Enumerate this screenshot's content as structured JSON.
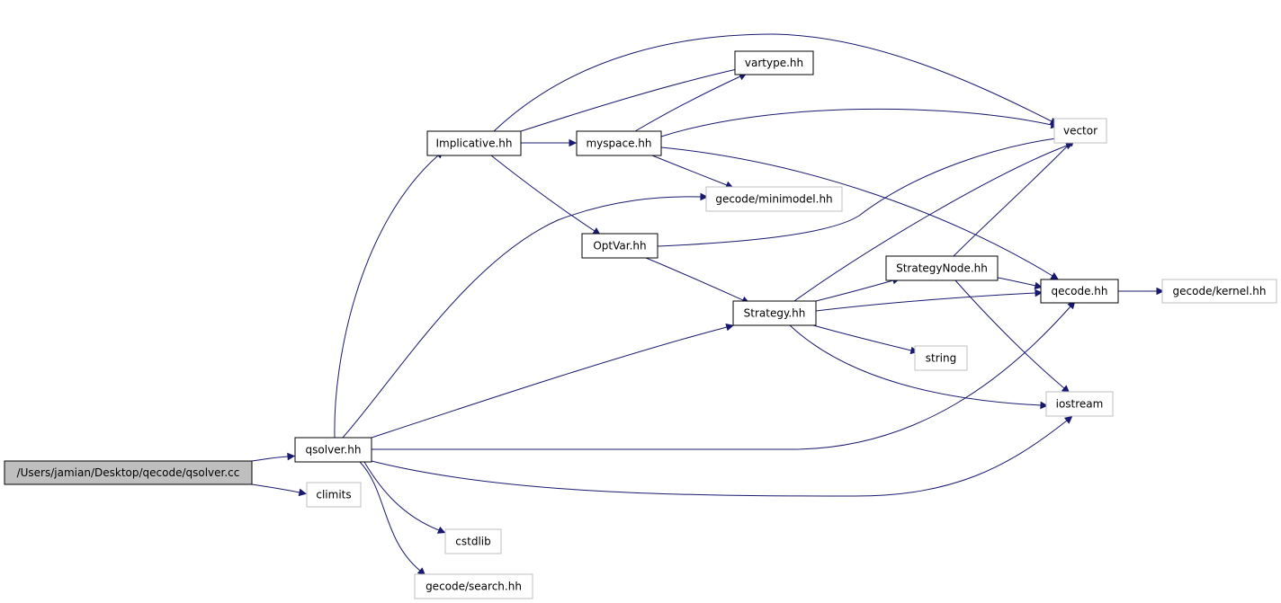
{
  "diagram": {
    "title": "",
    "colors": {
      "edge": "#191970",
      "root_fill": "#bfbfbf",
      "documented_border": "#000000",
      "external_border": "#bfbfbf"
    },
    "nodes": {
      "root": {
        "label": "/Users/jamian/Desktop/qecode/qsolver.cc",
        "kind": "root"
      },
      "qsolver": {
        "label": "qsolver.hh",
        "kind": "documented"
      },
      "climits": {
        "label": "climits",
        "kind": "external"
      },
      "cstdlib": {
        "label": "cstdlib",
        "kind": "external"
      },
      "search": {
        "label": "gecode/search.hh",
        "kind": "external"
      },
      "implicative": {
        "label": "Implicative.hh",
        "kind": "documented"
      },
      "vartype": {
        "label": "vartype.hh",
        "kind": "documented"
      },
      "myspace": {
        "label": "myspace.hh",
        "kind": "documented"
      },
      "vector": {
        "label": "vector",
        "kind": "external"
      },
      "minimodel": {
        "label": "gecode/minimodel.hh",
        "kind": "external"
      },
      "optvar": {
        "label": "OptVar.hh",
        "kind": "documented"
      },
      "strategynode": {
        "label": "StrategyNode.hh",
        "kind": "documented"
      },
      "qecode": {
        "label": "qecode.hh",
        "kind": "documented"
      },
      "kernel": {
        "label": "gecode/kernel.hh",
        "kind": "external"
      },
      "strategy": {
        "label": "Strategy.hh",
        "kind": "documented"
      },
      "string": {
        "label": "string",
        "kind": "external"
      },
      "iostream": {
        "label": "iostream",
        "kind": "external"
      }
    },
    "edges": [
      {
        "from": "root",
        "to": "qsolver"
      },
      {
        "from": "root",
        "to": "climits"
      },
      {
        "from": "qsolver",
        "to": "implicative"
      },
      {
        "from": "qsolver",
        "to": "minimodel"
      },
      {
        "from": "qsolver",
        "to": "strategy"
      },
      {
        "from": "qsolver",
        "to": "qecode"
      },
      {
        "from": "qsolver",
        "to": "iostream"
      },
      {
        "from": "qsolver",
        "to": "cstdlib"
      },
      {
        "from": "qsolver",
        "to": "search"
      },
      {
        "from": "implicative",
        "to": "vector"
      },
      {
        "from": "implicative",
        "to": "vartype"
      },
      {
        "from": "implicative",
        "to": "myspace"
      },
      {
        "from": "implicative",
        "to": "optvar"
      },
      {
        "from": "myspace",
        "to": "vartype"
      },
      {
        "from": "myspace",
        "to": "vector"
      },
      {
        "from": "myspace",
        "to": "minimodel"
      },
      {
        "from": "myspace",
        "to": "qecode"
      },
      {
        "from": "optvar",
        "to": "vector"
      },
      {
        "from": "optvar",
        "to": "strategy"
      },
      {
        "from": "strategy",
        "to": "vector"
      },
      {
        "from": "strategy",
        "to": "strategynode"
      },
      {
        "from": "strategy",
        "to": "qecode"
      },
      {
        "from": "strategy",
        "to": "string"
      },
      {
        "from": "strategy",
        "to": "iostream"
      },
      {
        "from": "strategynode",
        "to": "vector"
      },
      {
        "from": "strategynode",
        "to": "qecode"
      },
      {
        "from": "strategynode",
        "to": "iostream"
      },
      {
        "from": "qecode",
        "to": "kernel"
      }
    ]
  }
}
